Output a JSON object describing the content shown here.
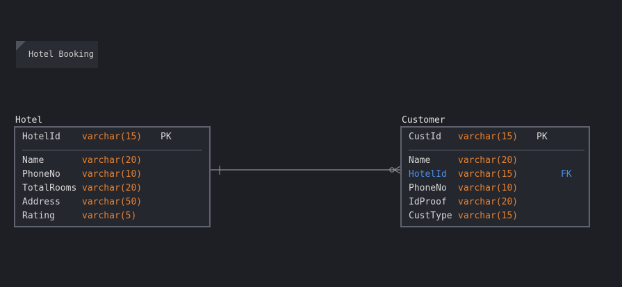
{
  "note": {
    "text": "Hotel Booking"
  },
  "tables": {
    "hotel": {
      "title": "Hotel",
      "pk": {
        "name": "HotelId",
        "type": "varchar(15)",
        "key": "PK"
      },
      "columns": [
        {
          "name": "Name",
          "type": "varchar(20)",
          "key": ""
        },
        {
          "name": "PhoneNo",
          "type": "varchar(10)",
          "key": ""
        },
        {
          "name": "TotalRooms",
          "type": "varchar(20)",
          "key": ""
        },
        {
          "name": "Address",
          "type": "varchar(50)",
          "key": ""
        },
        {
          "name": "Rating",
          "type": "varchar(5)",
          "key": ""
        }
      ]
    },
    "customer": {
      "title": "Customer",
      "pk": {
        "name": "CustId",
        "type": "varchar(15)",
        "key": "PK"
      },
      "columns": [
        {
          "name": "Name",
          "type": "varchar(20)",
          "key": ""
        },
        {
          "name": "HotelId",
          "type": "varchar(15)",
          "key": "FK"
        },
        {
          "name": "PhoneNo",
          "type": "varchar(10)",
          "key": ""
        },
        {
          "name": "IdProof",
          "type": "varchar(20)",
          "key": ""
        },
        {
          "name": "CustType",
          "type": "varchar(15)",
          "key": ""
        }
      ]
    }
  },
  "relationship": {
    "from": "Hotel.HotelId",
    "to": "Customer.HotelId",
    "from_cardinality": "one",
    "to_cardinality": "zero-or-many"
  },
  "colors": {
    "background": "#1e1f24",
    "type": "#e8822f",
    "foreign_key": "#4b8ee6",
    "border": "#5f636d"
  }
}
